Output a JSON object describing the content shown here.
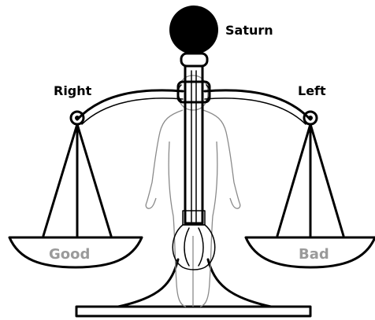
{
  "labels": {
    "top": "Saturn",
    "left_arm": "Right",
    "right_arm": "Left",
    "left_pan": "Good",
    "right_pan": "Bad"
  },
  "colors": {
    "ink": "#000000",
    "pan_text": "#9a9a9a",
    "figure": "#8a8a8a",
    "background": "#ffffff"
  }
}
